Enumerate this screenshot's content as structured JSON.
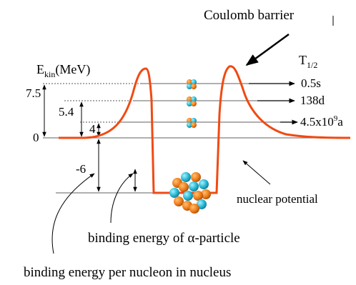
{
  "labels": {
    "coulomb_barrier": "Coulomb barrier",
    "ekin_main": "E",
    "ekin_sub": "kin",
    "ekin_unit": "(MeV)",
    "t_main": "T",
    "t_sub": "1/2",
    "nuclear_potential": "nuclear potential",
    "binding_alpha": "binding energy of α-particle",
    "binding_nucleon": "binding energy per nucleon in nucleus"
  },
  "energy_levels": [
    {
      "value": "7.5"
    },
    {
      "value": "5.4"
    },
    {
      "value": "4"
    },
    {
      "value": "0"
    },
    {
      "value": "-6"
    }
  ],
  "half_lives": [
    {
      "label": "0.5s"
    },
    {
      "label": "138d"
    },
    {
      "label_prefix": "4.5x10",
      "label_sup": "9",
      "label_suffix": "a"
    }
  ],
  "colors": {
    "potential_curve": "#f04a13",
    "nucleon_orange": "#ef7d1a",
    "nucleon_cyan": "#25b8d4",
    "axis": "#808080"
  }
}
